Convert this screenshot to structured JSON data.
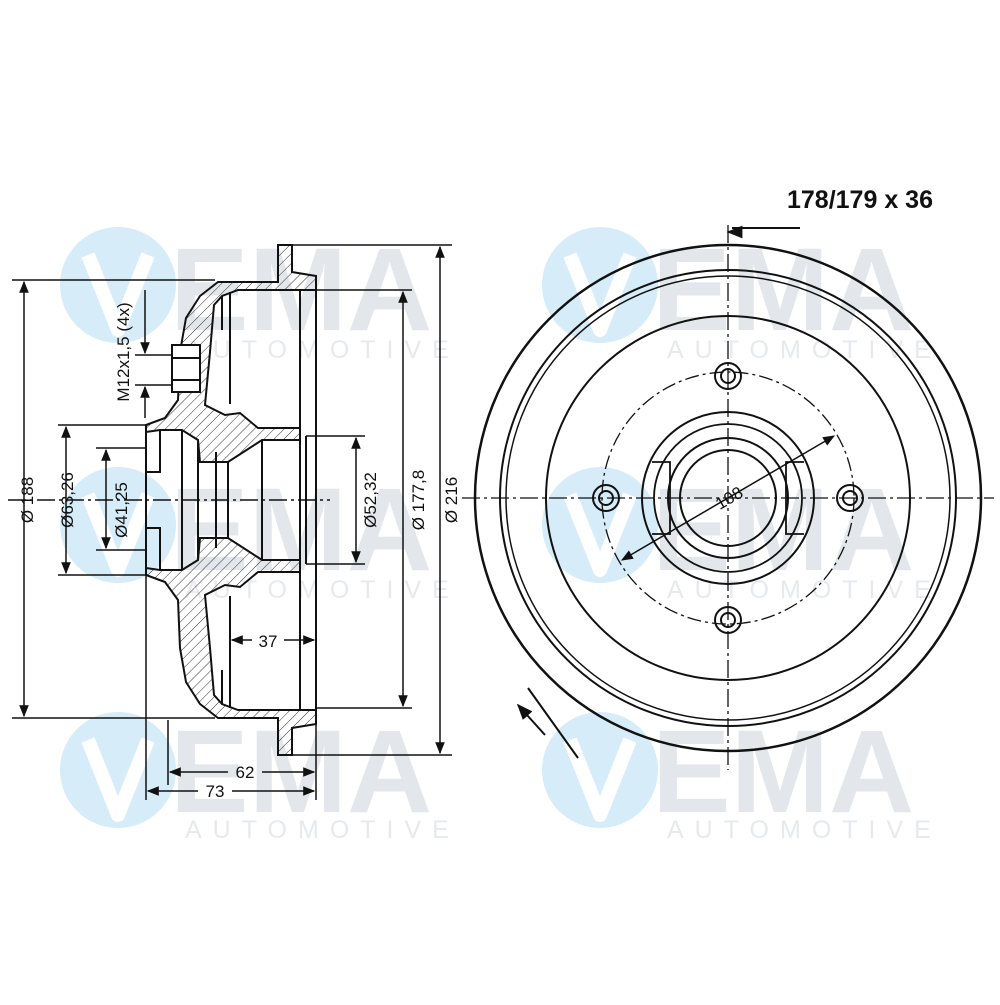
{
  "title": "178/179 x 36",
  "watermark": {
    "brand": "EMA",
    "tagline": "AUTOMOTIVE"
  },
  "dimensions": {
    "d188": "Ø 188",
    "d63": "Ø63,26",
    "d41": "Ø41,25",
    "thread": "M12x1,5 (4x)",
    "d52": "Ø52,32",
    "d177": "Ø 177,8",
    "d216": "Ø 216",
    "w37": "37",
    "w62": "62",
    "w73": "73",
    "pcd": "108"
  },
  "colors": {
    "line": "#111111",
    "hatch": "#333333",
    "watermark_letters": "#e3e7ec",
    "watermark_circle": "#d6ecf8"
  }
}
